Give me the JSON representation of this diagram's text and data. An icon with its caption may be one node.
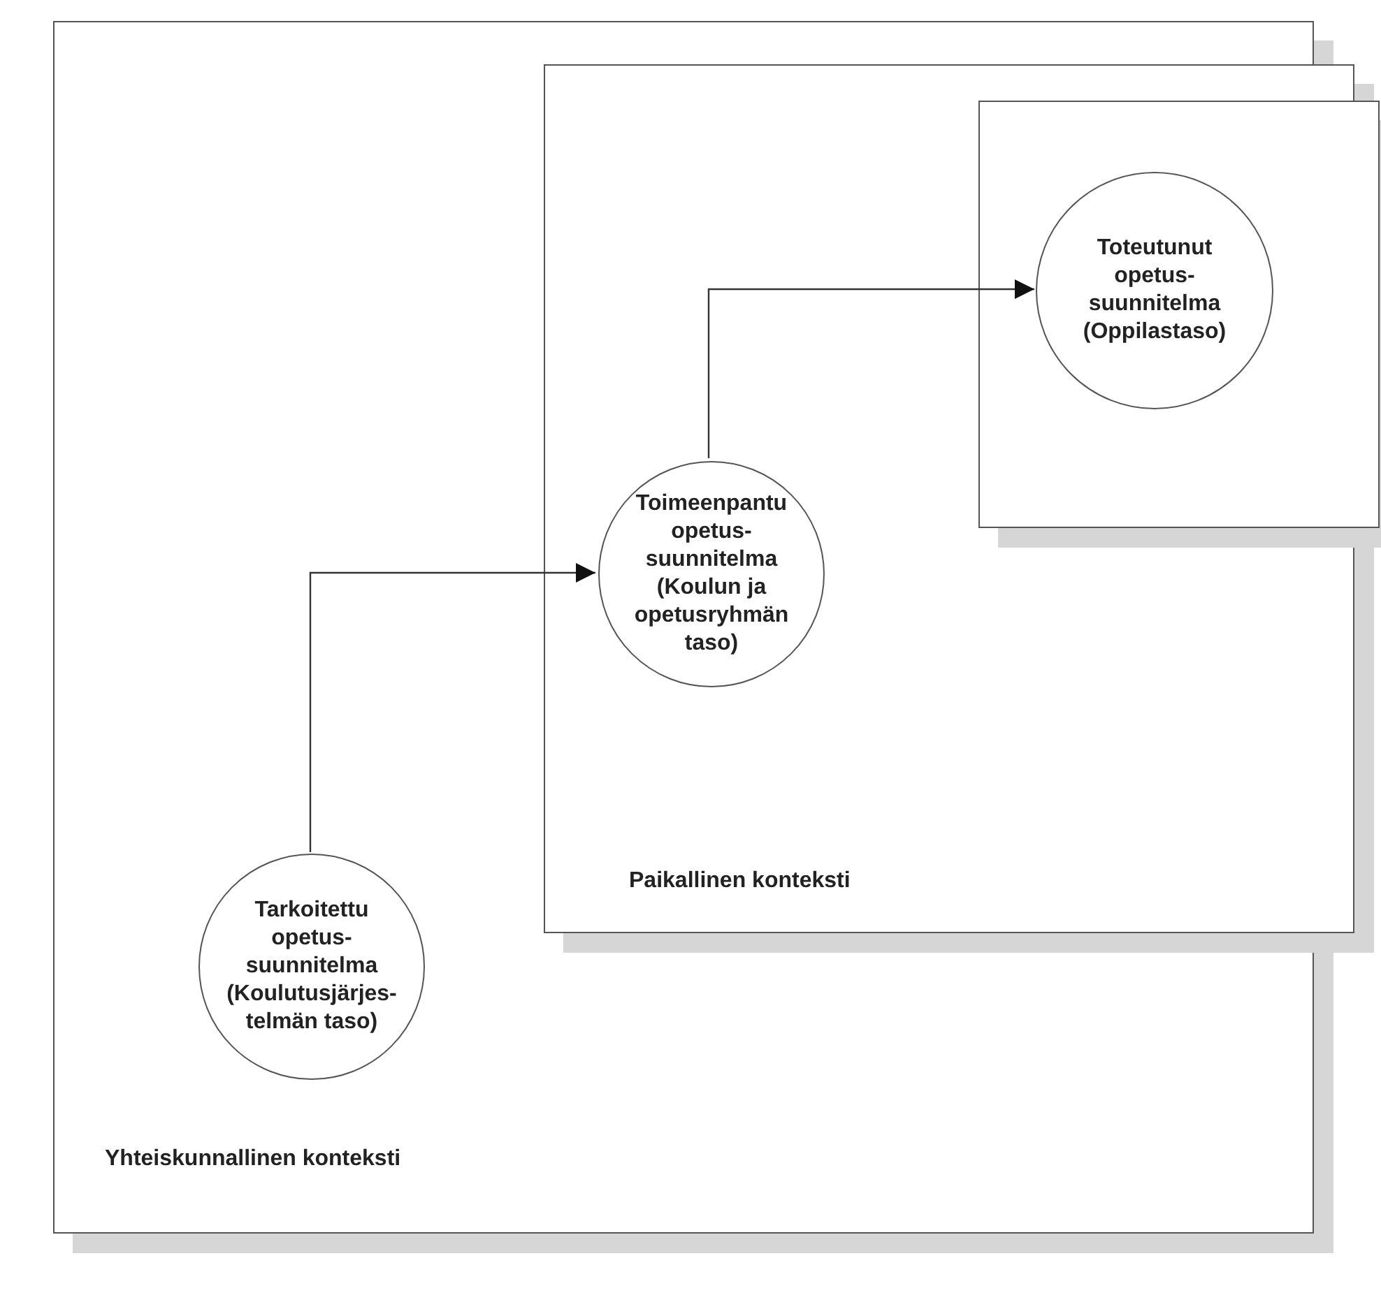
{
  "diagram": {
    "nodes": [
      {
        "text": [
          "Yhteiskunnallinen konteksti"
        ]
      },
      {
        "text": [
          "Paikallinen konteksti"
        ],
        "in": 0
      },
      {
        "text": [],
        "shape": "box"
      },
      {
        "text": [
          "Toteutunut opetus- suunnitelma (Oppilastaso)"
        ],
        "in": 2
      },
      {
        "text": [
          "Toimeenpantu opetus- suunnitelma (Koulun ja opetusryhmän taso)"
        ],
        "in": 1
      },
      {
        "text": [
          "Tarkoitettu opetus- suunnitelma (Koulutusjärjes- telmän taso)"
        ],
        "in": 0
      }
    ],
    "edges": [
      {
        "from": 5,
        "to": 4,
        "arrow": "to"
      },
      {
        "from": 4,
        "to": 3,
        "arrow": "to"
      }
    ]
  }
}
